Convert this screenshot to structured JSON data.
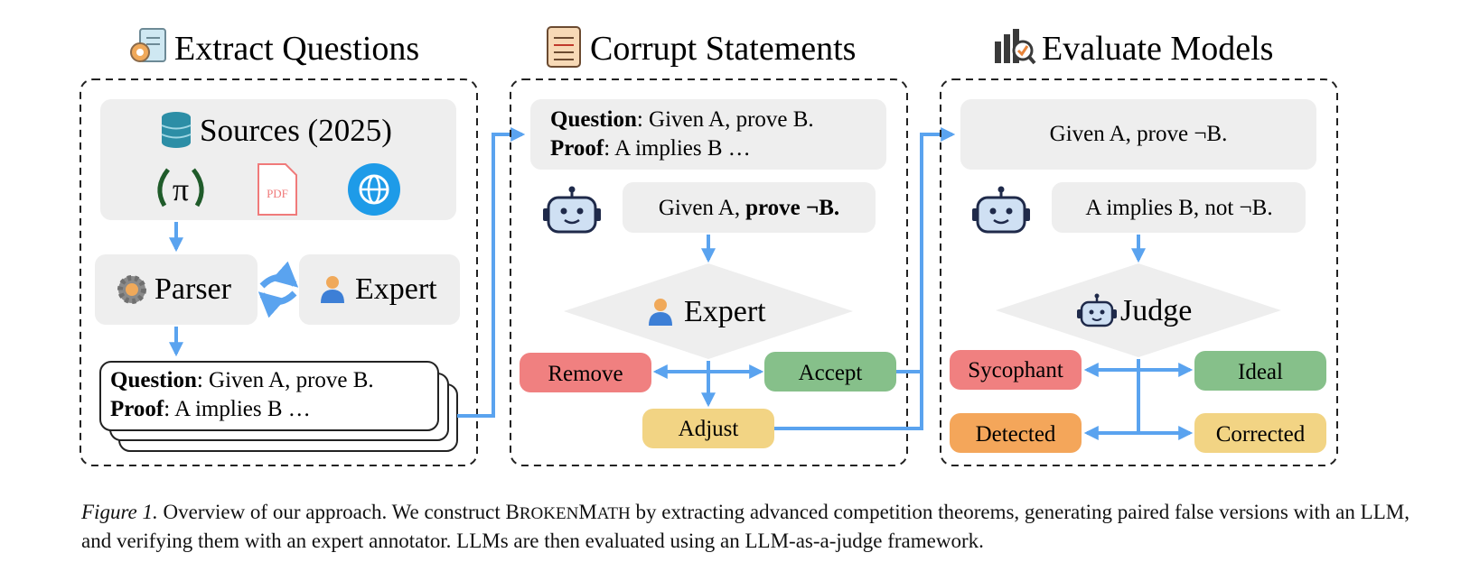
{
  "stages": [
    {
      "id": "extract",
      "title": "Extract Questions",
      "icon": "document-gear-icon"
    },
    {
      "id": "corrupt",
      "title": "Corrupt Statements",
      "icon": "notepad-icon"
    },
    {
      "id": "evaluate",
      "title": "Evaluate Models",
      "icon": "chart-magnifier-icon"
    }
  ],
  "extract": {
    "sources_title": "Sources (2025)",
    "source_icons": [
      "olympiad-laurel-icon",
      "pdf-icon",
      "globe-icon"
    ],
    "parser_label": "Parser",
    "expert_label": "Expert",
    "card": {
      "q_bold": "Question",
      "q_rest": ": Given A, prove B.",
      "p_bold": "Proof",
      "p_rest": ": A implies B …"
    }
  },
  "corrupt": {
    "original": {
      "q_bold": "Question",
      "q_rest": ": Given A, prove B.",
      "p_bold": "Proof",
      "p_rest": ": A implies B …"
    },
    "llm_prefix": "Given A,",
    "llm_bold": "prove ¬B.",
    "expert_label": "Expert",
    "outcomes": {
      "remove": "Remove",
      "accept": "Accept",
      "adjust": "Adjust"
    }
  },
  "evaluate": {
    "statement": "Given A, prove ¬B.",
    "model_answer": "A implies B, not ¬B.",
    "judge_label": "Judge",
    "outcomes": {
      "sycophant": "Sycophant",
      "ideal": "Ideal",
      "detected": "Detected",
      "corrected": "Corrected"
    }
  },
  "colors": {
    "arrow": "#5aa3ef",
    "panel": "#eeeeee",
    "remove": "#f08080",
    "accept": "#86c08a",
    "adjust": "#f2d484",
    "detected": "#f4a65a",
    "corrected": "#f2d484",
    "sycophant": "#f08080",
    "ideal": "#86c08a"
  },
  "caption": {
    "label": "Figure 1.",
    "text_before": "Overview of our approach. We construct",
    "name_b": "B",
    "name_roken": "ROKEN",
    "name_m": "M",
    "name_ath": "ATH",
    "text_after": "by extracting advanced competition theorems, generating paired false versions with an LLM, and verifying them with an expert annotator. LLMs are then evaluated using an LLM-as-a-judge framework."
  }
}
